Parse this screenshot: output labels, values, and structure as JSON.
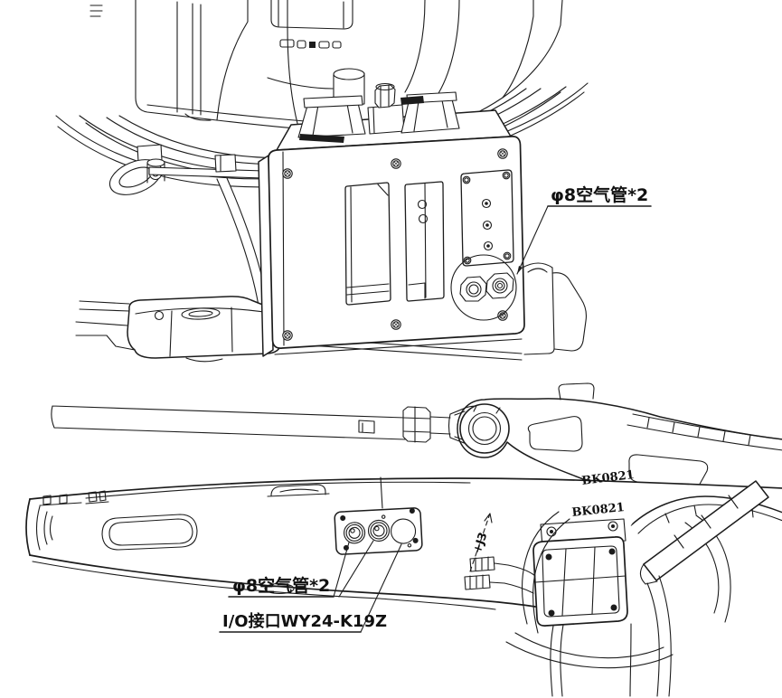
{
  "diagram": {
    "background": "#ffffff",
    "ink_color": "#1c1c1c",
    "views": {
      "base": {
        "name": "robot-base-with-junction-box",
        "callout_air": {
          "label": "φ8空气管*2"
        }
      },
      "arm": {
        "name": "robot-forearm-side-view",
        "callout_air": {
          "label": "φ8空气管*2"
        },
        "callout_io": {
          "label": "I/O接口WY24-K19Z"
        },
        "part_markings": [
          {
            "text": "BK0821"
          },
          {
            "text": "BK0821"
          }
        ],
        "axis": {
          "label": "+J3"
        }
      }
    }
  }
}
